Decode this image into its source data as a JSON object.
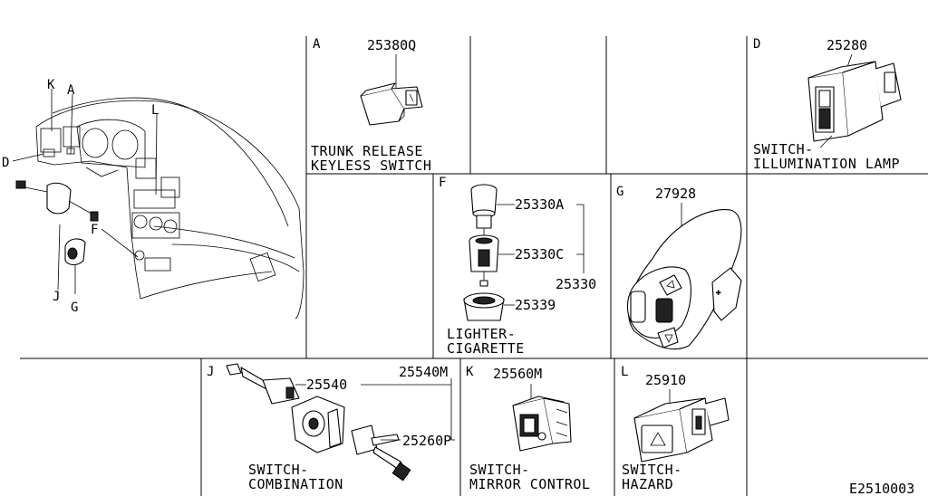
{
  "callouts": {
    "k": "K",
    "a": "A",
    "l": "L",
    "d": "D",
    "f": "F",
    "j": "J",
    "g": "G"
  },
  "sections": {
    "a": {
      "letter": "A",
      "part_number": "25380Q",
      "caption_line1": "TRUNK RELEASE",
      "caption_line2": "KEYLESS SWITCH"
    },
    "d": {
      "letter": "D",
      "part_number": "25280",
      "caption_line1": "SWITCH-",
      "caption_line2": "ILLUMINATION LAMP"
    },
    "f": {
      "letter": "F",
      "part_number_1": "25330A",
      "part_number_2": "25330C",
      "part_number_assembly": "25330",
      "part_number_3": "25339",
      "caption_line1": "LIGHTER-",
      "caption_line2": "CIGARETTE"
    },
    "g": {
      "letter": "G",
      "part_number": "27928"
    },
    "j": {
      "letter": "J",
      "part_number_1": "25540",
      "part_number_assembly": "25540M",
      "part_number_2": "25260P",
      "caption_line1": "SWITCH-",
      "caption_line2": "COMBINATION"
    },
    "k": {
      "letter": "K",
      "part_number": "25560M",
      "caption_line1": "SWITCH-",
      "caption_line2": "MIRROR CONTROL"
    },
    "l": {
      "letter": "L",
      "part_number": "25910",
      "caption_line1": "SWITCH-",
      "caption_line2": "HAZARD"
    }
  },
  "diagram_code": "E2510003"
}
